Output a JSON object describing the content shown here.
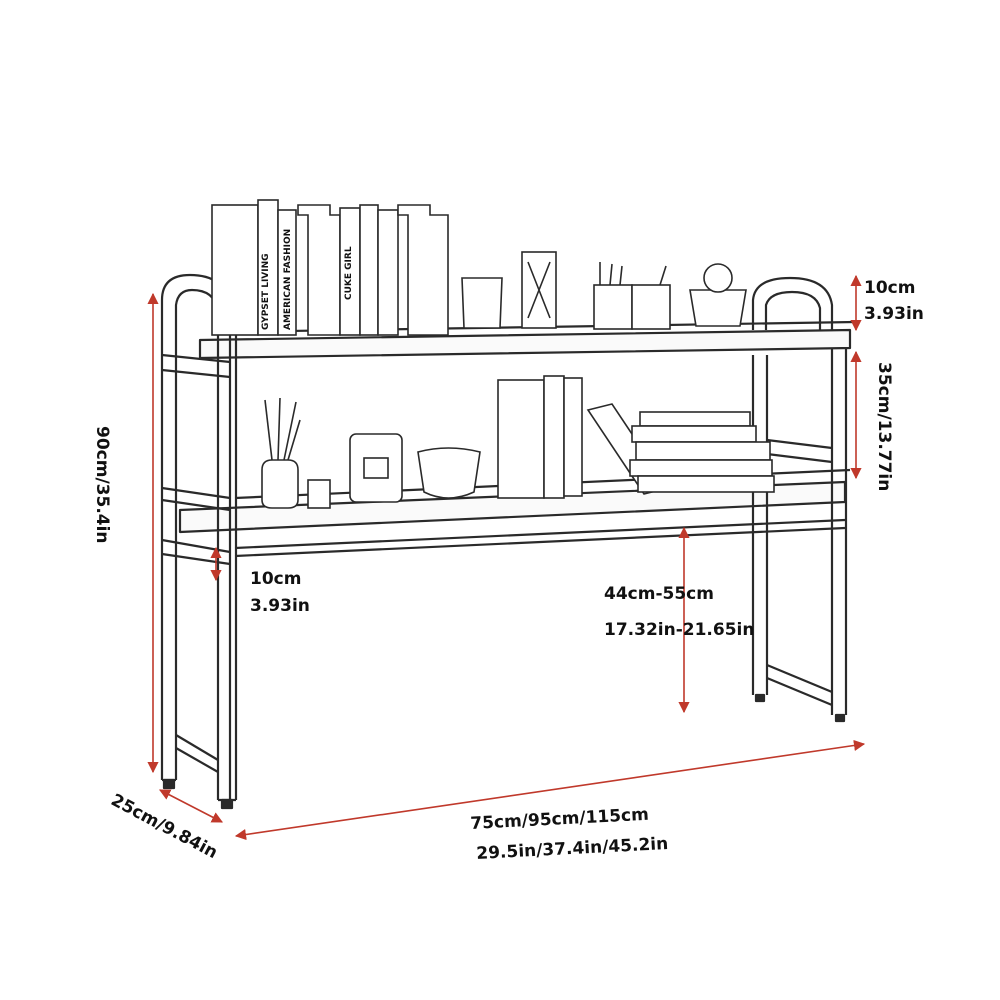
{
  "dimensions": {
    "top_clearance": {
      "cm": "10cm",
      "in": "3.93in"
    },
    "shelf_gap": {
      "text": "35cm/13.77in"
    },
    "total_height": {
      "text": "90cm/35.4in"
    },
    "bottom_rail": {
      "cm": "10cm",
      "in": "3.93in"
    },
    "under_shelf_height": {
      "cm": "44cm-55cm",
      "in": "17.32in-21.65in"
    },
    "depth": {
      "text": "25cm/9.84in"
    },
    "width": {
      "cm": "75cm/95cm/115cm",
      "in": "29.5in/37.4in/45.2in"
    }
  },
  "book_spines": {
    "b1": "GYPSET LIVING",
    "b2": "AMERICAN FASHION",
    "b3": "CUKE GIRL"
  },
  "colors": {
    "arrow": "#c0392b",
    "line": "#2a2a2a",
    "text": "#111111"
  }
}
